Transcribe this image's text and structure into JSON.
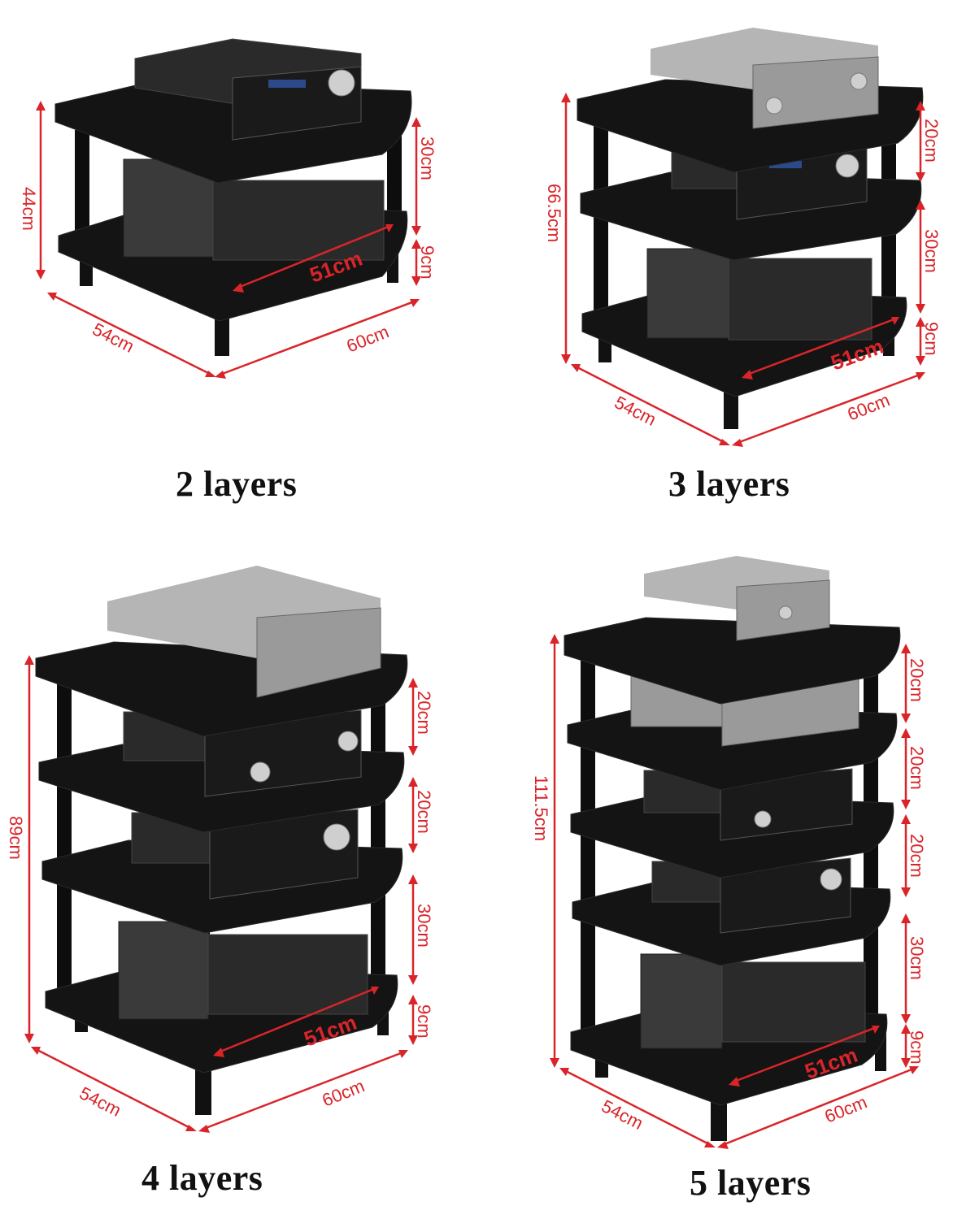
{
  "panels": [
    {
      "caption": "2 layers",
      "height": "44cm",
      "depth": "54cm",
      "width": "60cm",
      "inner_width": "51cm",
      "gaps": [
        "30cm",
        "9cm"
      ]
    },
    {
      "caption": "3 layers",
      "height": "66.5cm",
      "depth": "54cm",
      "width": "60cm",
      "inner_width": "51cm",
      "gaps": [
        "20cm",
        "30cm",
        "9cm"
      ]
    },
    {
      "caption": "4 layers",
      "height": "89cm",
      "depth": "54cm",
      "width": "60cm",
      "inner_width": "51cm",
      "gaps": [
        "20cm",
        "20cm",
        "30cm",
        "9cm"
      ]
    },
    {
      "caption": "5 layers",
      "height": "111.5cm",
      "depth": "54cm",
      "width": "60cm",
      "inner_width": "51cm",
      "gaps": [
        "20cm",
        "20cm",
        "20cm",
        "30cm",
        "9cm"
      ]
    }
  ],
  "colors": {
    "dimension": "#d9252a",
    "shelf": "#141414"
  }
}
